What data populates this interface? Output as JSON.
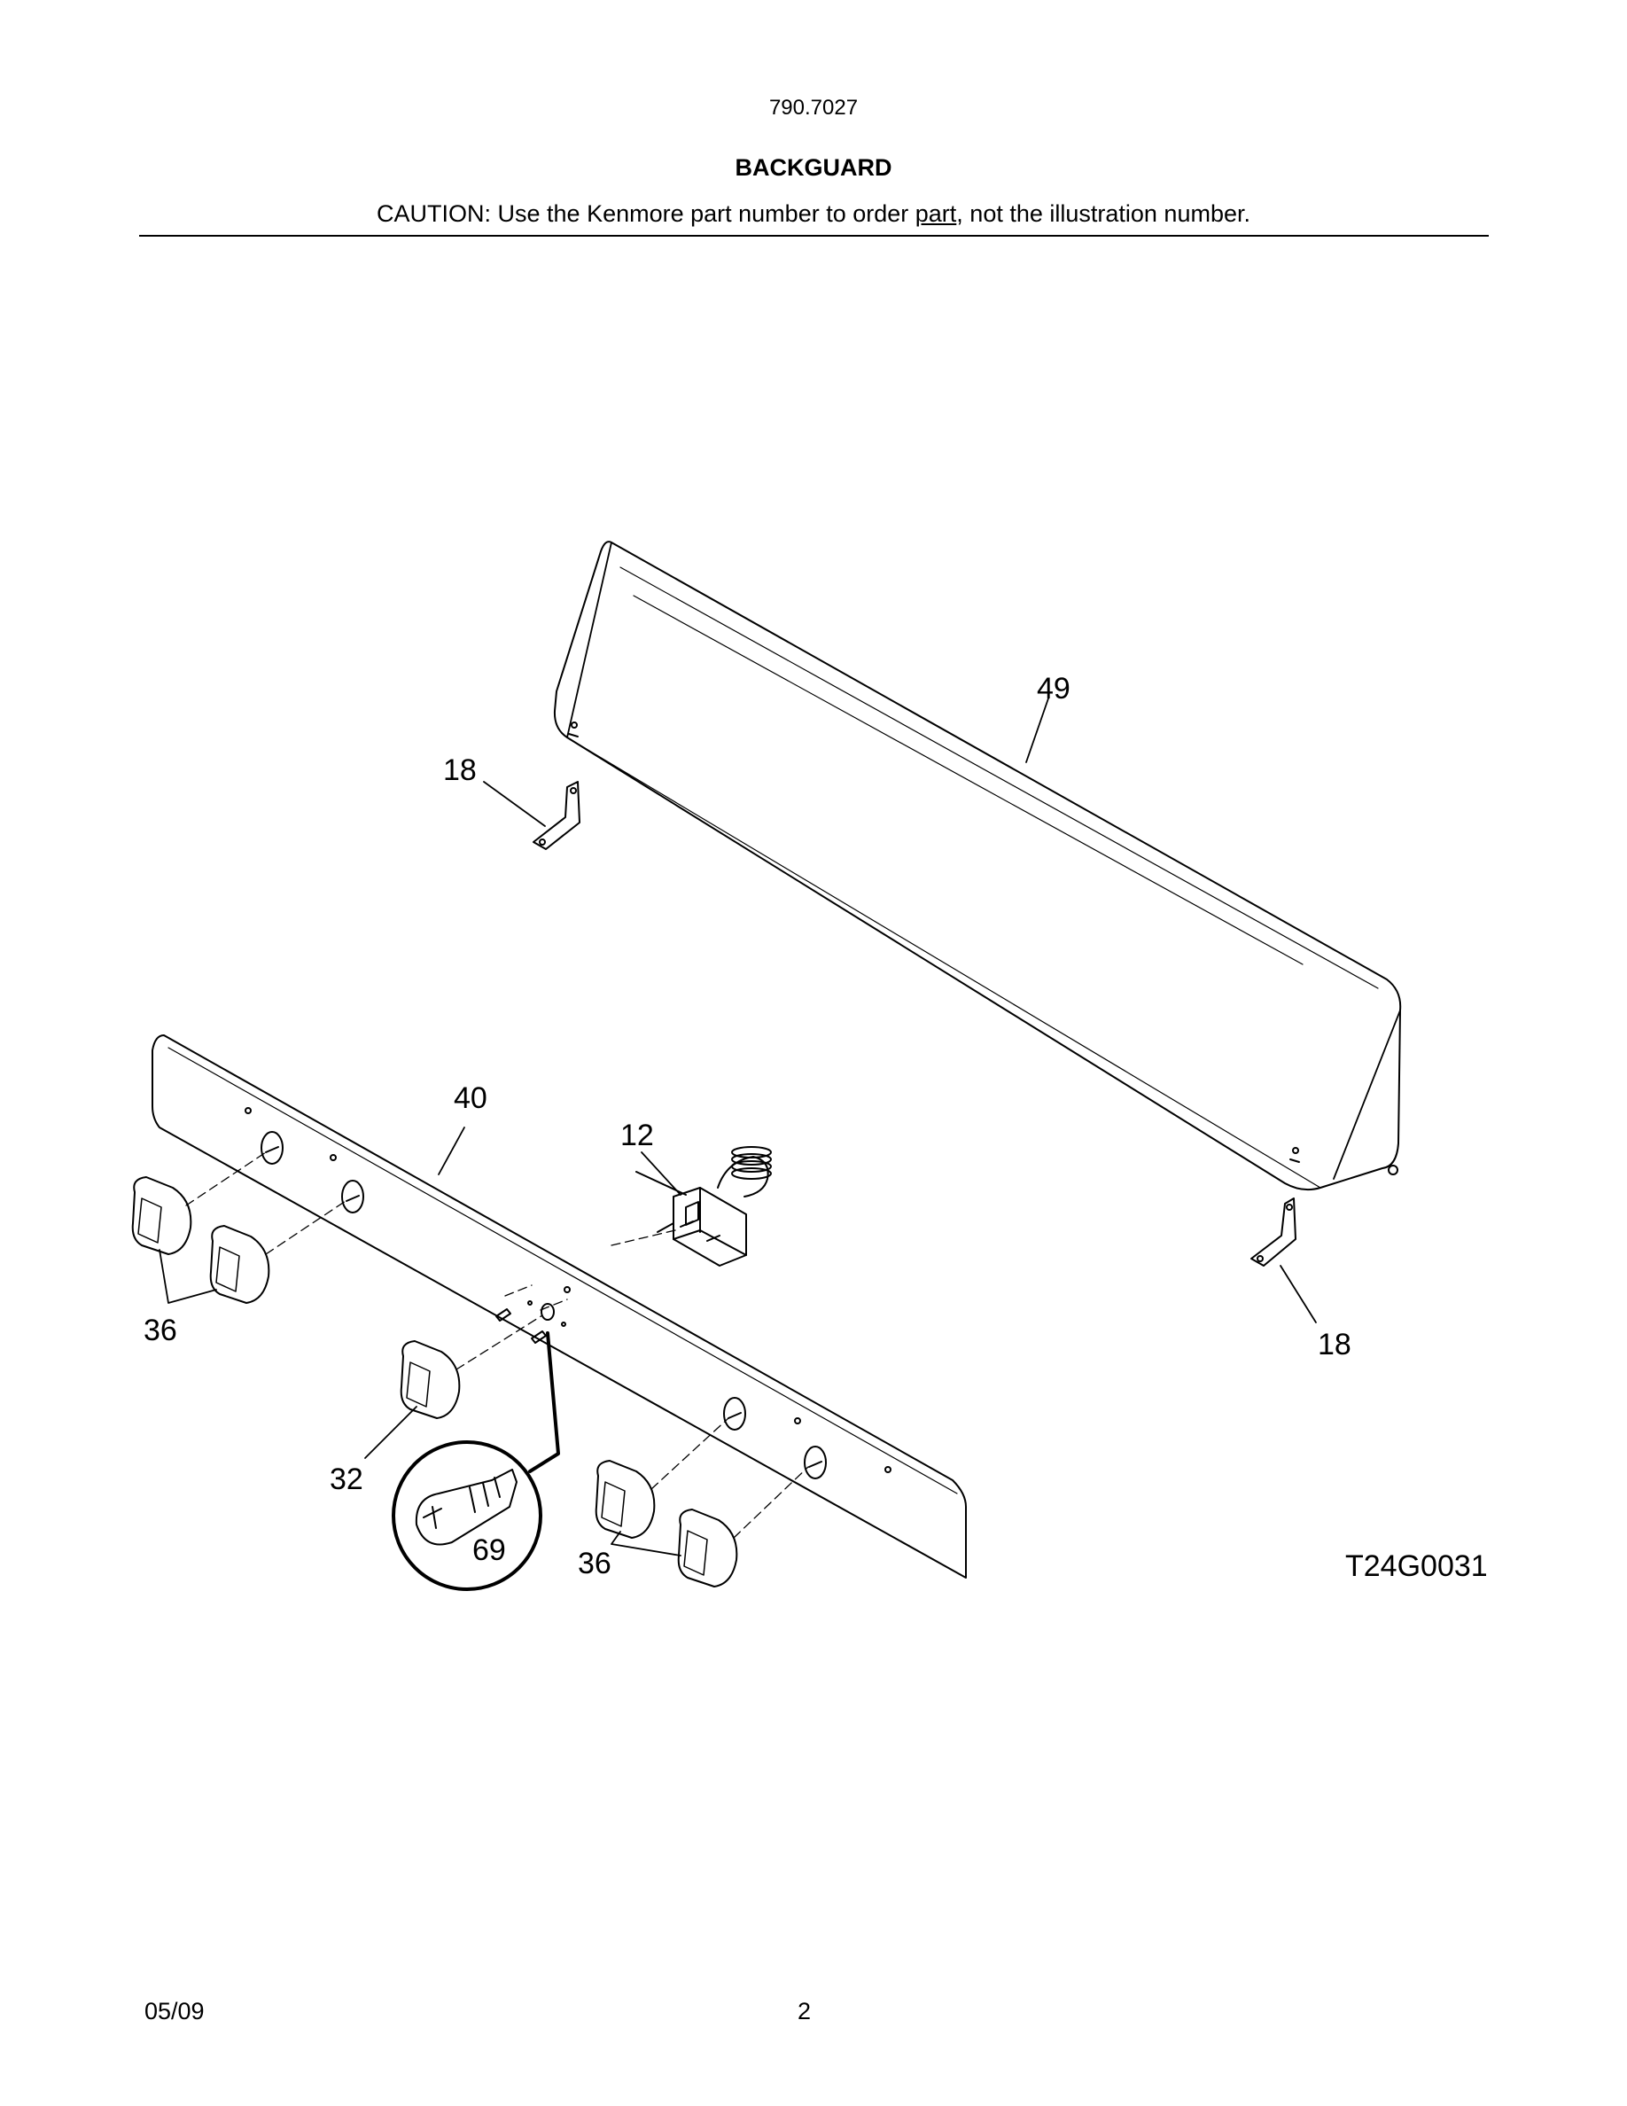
{
  "header": {
    "model": "790.7027",
    "title": "BACKGUARD",
    "caution_before": "CAUTION: Use the Kenmore part number to order ",
    "caution_underlined": "part",
    "caution_after": ", not the illustration number."
  },
  "diagram": {
    "drawing_id": "T24G0031",
    "callouts": {
      "backguard": "49",
      "bracket_left": "18",
      "bracket_right": "18",
      "control_panel": "40",
      "switch": "12",
      "knobs_left": "36",
      "knob_center": "32",
      "screw": "69",
      "knobs_right": "36"
    }
  },
  "footer": {
    "date": "05/09",
    "page_number": "2"
  }
}
